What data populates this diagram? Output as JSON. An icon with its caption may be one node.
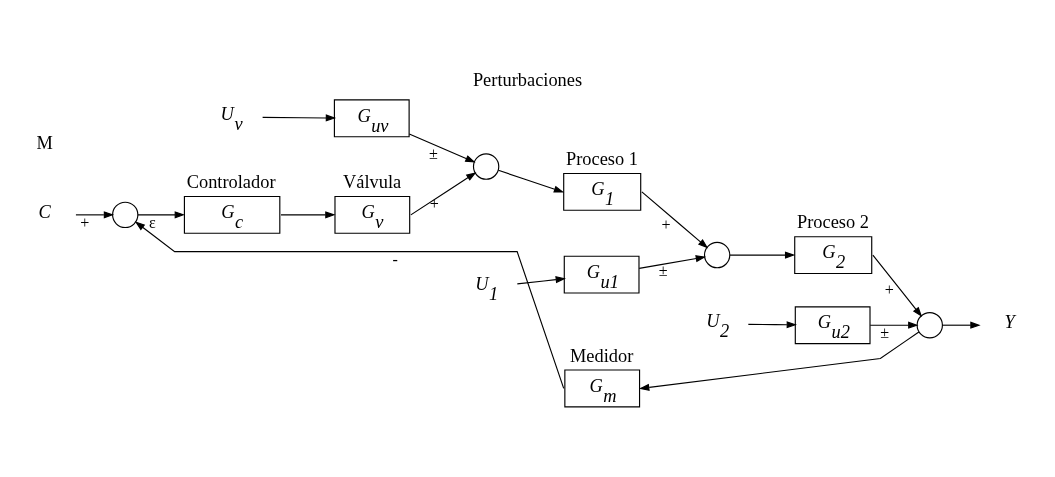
{
  "diagram": {
    "title": "Perturbaciones",
    "nodes": [
      {
        "text": [
          "U$_{v}$"
        ]
      },
      {
        "text": [
          "G$_{uv}$"
        ]
      },
      {
        "text": [
          "U$_{1}$"
        ]
      },
      {
        "text": [
          "G$_{u1}$"
        ]
      },
      {
        "text": [
          "U$_{2}$"
        ]
      },
      {
        "text": [
          "G$_{u2}$"
        ]
      },
      {
        "text": [
          "C"
        ]
      },
      {
        "text": [],
        "shape": "circle"
      },
      {
        "text": [
          "G$_{c}$"
        ],
        "beside": [
          "Controlador"
        ]
      },
      {
        "text": [
          "G$_{v}$"
        ],
        "beside": [
          "Válvula"
        ]
      },
      {
        "text": [],
        "shape": "circle"
      },
      {
        "text": [
          "G$_{1}$"
        ],
        "beside": [
          "Proceso 1"
        ]
      },
      {
        "text": [],
        "shape": "circle"
      },
      {
        "text": [
          "G$_{2}$"
        ],
        "beside": [
          "Proceso 2"
        ]
      },
      {
        "text": [],
        "shape": "circle"
      },
      {
        "text": [
          "Y"
        ]
      },
      {
        "text": [
          "G$_{m}$"
        ],
        "beside": [
          "Medidor"
        ]
      }
    ],
    "edges": [
      {
        "from": 0,
        "to": 1,
        "arrow": "to"
      },
      {
        "from": 2,
        "to": 3,
        "arrow": "to"
      },
      {
        "from": 4,
        "to": 5,
        "arrow": "to"
      },
      {
        "from": 6,
        "to": 7,
        "arrow": "to",
        "label": "+"
      },
      {
        "from": 7,
        "to": 8,
        "arrow": "to",
        "label": "ε"
      },
      {
        "from": 8,
        "to": 9,
        "arrow": "to"
      },
      {
        "from": 9,
        "to": 10,
        "arrow": "to",
        "label": "+"
      },
      {
        "from": 1,
        "to": 10,
        "arrow": "to",
        "label": "±"
      },
      {
        "from": 10,
        "to": 11,
        "arrow": "to"
      },
      {
        "from": 11,
        "to": 12,
        "arrow": "to",
        "label": "+"
      },
      {
        "from": 3,
        "to": 12,
        "arrow": "to",
        "label": "±"
      },
      {
        "from": 12,
        "to": 13,
        "arrow": "to"
      },
      {
        "from": 13,
        "to": 14,
        "arrow": "to",
        "label": "+"
      },
      {
        "from": 5,
        "to": 14,
        "arrow": "to",
        "label": "±"
      },
      {
        "from": 14,
        "to": 15,
        "arrow": "to"
      },
      {
        "from": 14,
        "to": 16,
        "arrow": "to"
      },
      {
        "from": 16,
        "to": 7,
        "arrow": "to",
        "label": "-"
      }
    ],
    "labels": [
      "M"
    ]
  }
}
